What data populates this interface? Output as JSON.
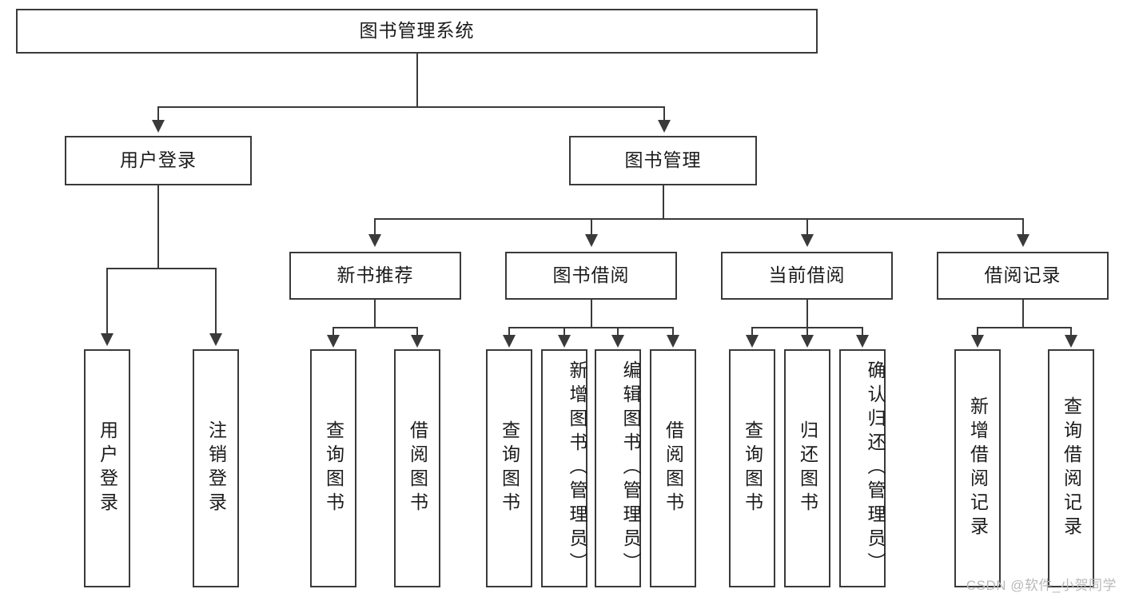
{
  "diagram": {
    "title": "图书管理系统",
    "watermark": "CSDN @软件_小贺同学",
    "colors": {
      "stroke": "#3a3a3a",
      "background": "#ffffff",
      "text": "#1b1b1b",
      "watermark": "#b9b9b9"
    },
    "root": {
      "label": "图书管理系统"
    },
    "level2": [
      {
        "label": "用户登录"
      },
      {
        "label": "图书管理"
      }
    ],
    "level3": [
      {
        "label": "新书推荐"
      },
      {
        "label": "图书借阅"
      },
      {
        "label": "当前借阅"
      },
      {
        "label": "借阅记录"
      }
    ],
    "leaves": {
      "user_login": [
        {
          "label": "用户登录"
        },
        {
          "label": "注销登录"
        }
      ],
      "new_book": [
        {
          "label": "查询图书"
        },
        {
          "label": "借阅图书"
        }
      ],
      "book_borrow": [
        {
          "label": "查询图书"
        },
        {
          "label": "新增图书（管理员）"
        },
        {
          "label": "编辑图书（管理员）"
        },
        {
          "label": "借阅图书"
        }
      ],
      "current_borrow": [
        {
          "label": "查询图书"
        },
        {
          "label": "归还图书"
        },
        {
          "label": "确认归还（管理员）"
        }
      ],
      "borrow_record": [
        {
          "label": "新增借阅记录"
        },
        {
          "label": "查询借阅记录"
        }
      ]
    }
  }
}
